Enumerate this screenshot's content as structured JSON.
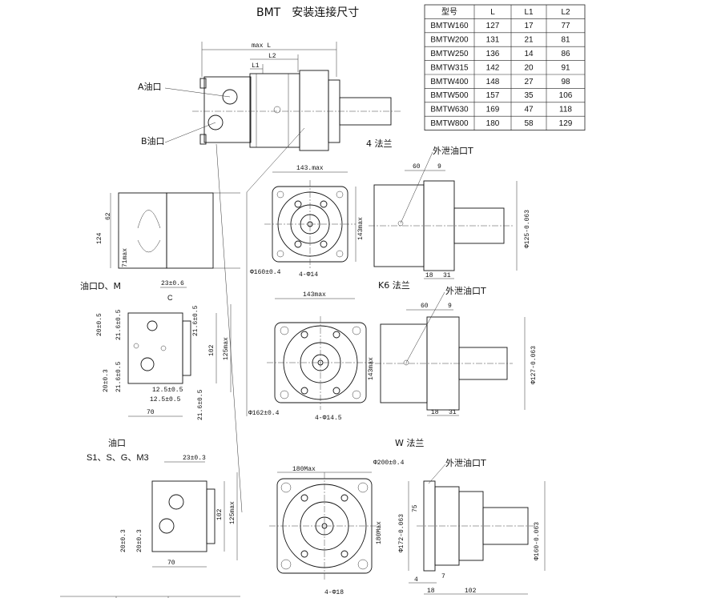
{
  "title": "BMT　安装连接尺寸",
  "table": {
    "headers": [
      "型号",
      "L",
      "L1",
      "L2"
    ],
    "rows": [
      [
        "BMTW160",
        "127",
        "17",
        "77"
      ],
      [
        "BMTW200",
        "131",
        "21",
        "81"
      ],
      [
        "BMTW250",
        "136",
        "14",
        "86"
      ],
      [
        "BMTW315",
        "142",
        "20",
        "91"
      ],
      [
        "BMTW400",
        "148",
        "27",
        "98"
      ],
      [
        "BMTW500",
        "157",
        "35",
        "106"
      ],
      [
        "BMTW630",
        "169",
        "47",
        "118"
      ],
      [
        "BMTW800",
        "180",
        "58",
        "129"
      ]
    ]
  },
  "labels": {
    "port_a": "A油口",
    "port_b": "B油口",
    "flange_4": "4 法兰",
    "flange_k6": "K6 法兰",
    "flange_w": "W 法兰",
    "drain_1": "外泄油口T",
    "drain_2": "外泄油口T",
    "drain_3": "外泄油口T",
    "port_dm": "油口D、M",
    "port_s1_a": "油口",
    "port_s1_b": "S1、S、G、M3",
    "c": "C"
  },
  "dims": {
    "max_l": "max L",
    "l2": "L2",
    "l1": "L1",
    "d143max_a": "143.max",
    "d143max_b": "143max",
    "d143max_v1": "143max",
    "d143max_v2": "143max",
    "d160": "Φ160±0.4",
    "d4_14": "4-Φ14",
    "d162": "Φ162±0.4",
    "d4_145": "4-Φ14.5",
    "d180max": "180Max",
    "d180max_v": "180Max",
    "d200": "Φ200±0.4",
    "d4_18": "4-Φ18",
    "d60a": "60",
    "d9a": "9",
    "d60b": "60",
    "d9b": "9",
    "d18a": "18",
    "d31a": "31",
    "d18b": "18",
    "d31b": "31",
    "d125": "Φ125-0.063",
    "d127": "Φ127-0.063",
    "d172": "Φ172-0.063",
    "d160b": "Φ160-0.063",
    "d75": "75",
    "d4": "4",
    "d7": "7",
    "d18c": "18",
    "d102c": "102",
    "d62": "62",
    "d124": "124",
    "d71max": "71max",
    "d23_06": "23±0.6",
    "d20_05": "20±0.5",
    "d21_6_05a": "21.6±0.5",
    "d21_6_05b": "21.6±0.5",
    "d20_03": "20±0.3",
    "d21_6_05c": "21.6±0.5",
    "d12_5a": "12.5±0.5",
    "d12_5b": "12.5±0.5",
    "d21_6_05d": "21.6±0.5",
    "d70a": "70",
    "d102a": "102",
    "d125max_a": "125max",
    "d23_03": "23±0.3",
    "d20_03b": "20±0.3",
    "d20_03c": "20±0.3",
    "d70b": "70",
    "d102b": "102",
    "d125max_b": "125max"
  }
}
